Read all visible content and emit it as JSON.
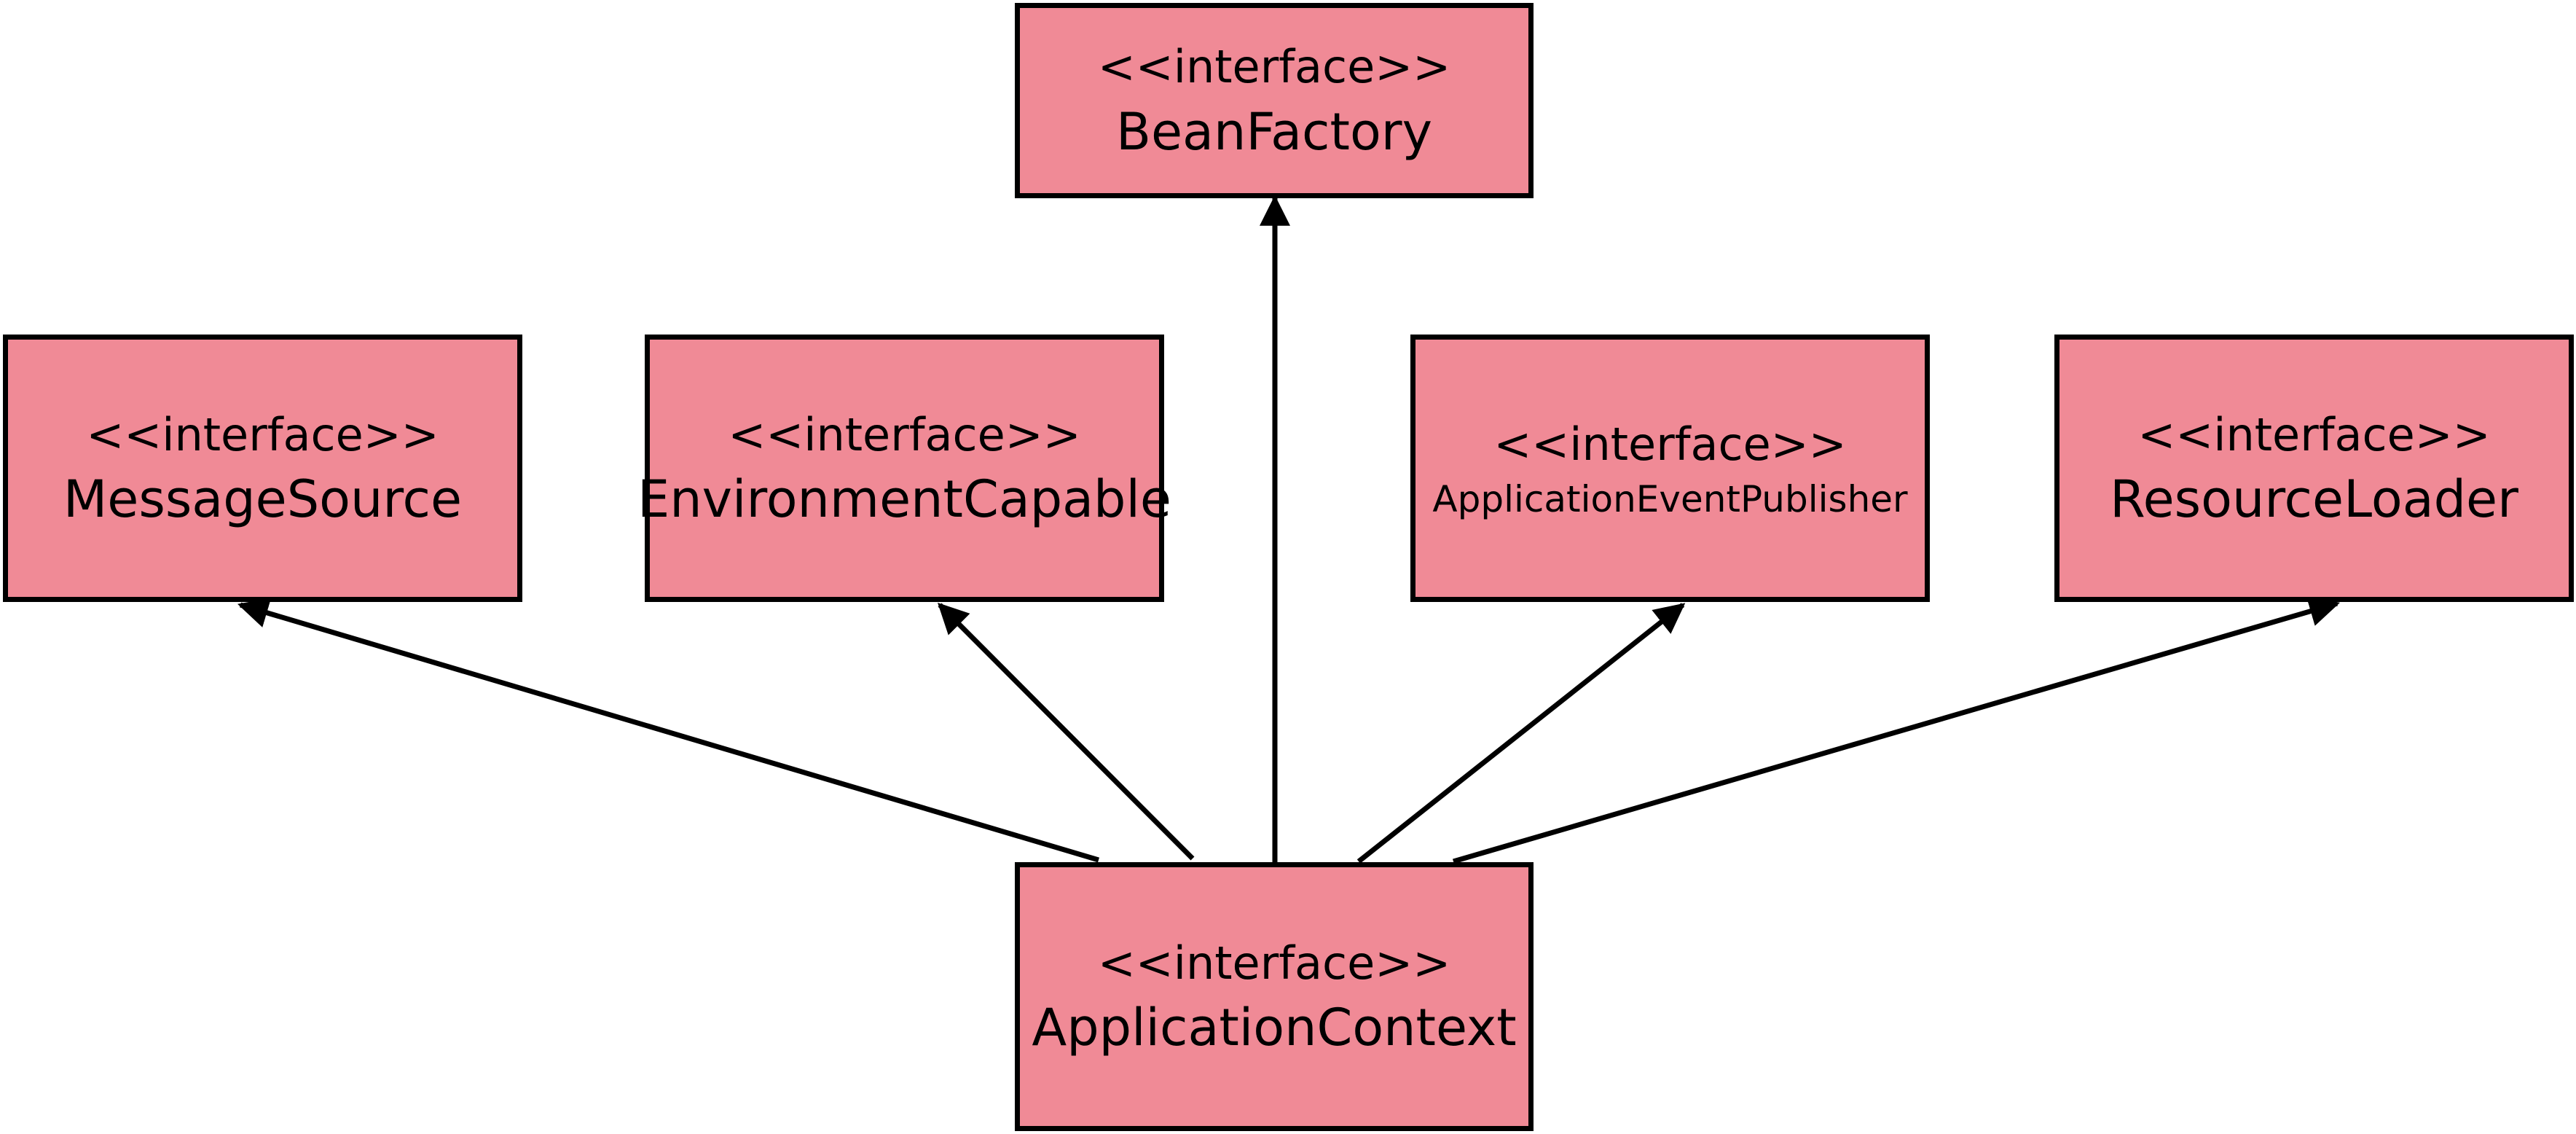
{
  "diagram": {
    "colors": {
      "box_fill": "#f08a96",
      "stroke": "#000000",
      "background": "#ffffff"
    },
    "nodes": {
      "bean_factory": {
        "stereotype": "<<interface>>",
        "name": "BeanFactory"
      },
      "message_source": {
        "stereotype": "<<interface>>",
        "name": "MessageSource"
      },
      "environment_capable": {
        "stereotype": "<<interface>>",
        "name": "EnvironmentCapable"
      },
      "application_event_publisher": {
        "stereotype": "<<interface>>",
        "name": "ApplicationEventPublisher"
      },
      "resource_loader": {
        "stereotype": "<<interface>>",
        "name": "ResourceLoader"
      },
      "application_context": {
        "stereotype": "<<interface>>",
        "name": "ApplicationContext"
      }
    },
    "edges": [
      {
        "from": "application_context",
        "to": "message_source",
        "relation": "extends"
      },
      {
        "from": "application_context",
        "to": "environment_capable",
        "relation": "extends"
      },
      {
        "from": "application_context",
        "to": "bean_factory",
        "relation": "extends"
      },
      {
        "from": "application_context",
        "to": "application_event_publisher",
        "relation": "extends"
      },
      {
        "from": "application_context",
        "to": "resource_loader",
        "relation": "extends"
      }
    ]
  }
}
